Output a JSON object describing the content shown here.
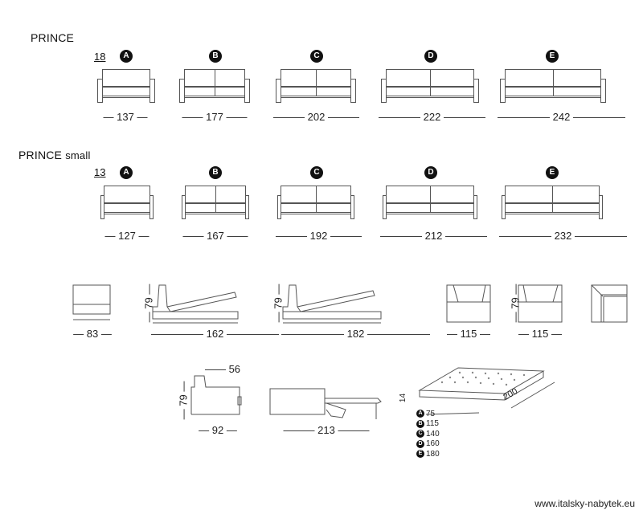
{
  "prince": {
    "title": "PRINCE",
    "arm_width": "18",
    "models": [
      {
        "badge": "A",
        "width": "137"
      },
      {
        "badge": "B",
        "width": "177"
      },
      {
        "badge": "C",
        "width": "202"
      },
      {
        "badge": "D",
        "width": "222"
      },
      {
        "badge": "E",
        "width": "242"
      }
    ]
  },
  "prince_small": {
    "title_main": "PRINCE",
    "title_suffix": "small",
    "arm_width": "13",
    "models": [
      {
        "badge": "A",
        "width": "127"
      },
      {
        "badge": "B",
        "width": "167"
      },
      {
        "badge": "C",
        "width": "192"
      },
      {
        "badge": "D",
        "width": "212"
      },
      {
        "badge": "E",
        "width": "232"
      }
    ]
  },
  "modules": {
    "armless_width": "83",
    "height": "79",
    "bed_open_1": "162",
    "bed_open_2": "182",
    "corner_1": "115",
    "corner_2": "115"
  },
  "side": {
    "depth_top": "56",
    "height": "79",
    "depth": "92",
    "open_length": "213"
  },
  "mattress": {
    "thickness": "14",
    "length": "200",
    "widths": [
      {
        "badge": "A",
        "value": "75"
      },
      {
        "badge": "B",
        "value": "115"
      },
      {
        "badge": "C",
        "value": "140"
      },
      {
        "badge": "D",
        "value": "160"
      },
      {
        "badge": "E",
        "value": "180"
      }
    ]
  },
  "footer": {
    "url": "www.italsky-nabytek.eu"
  }
}
